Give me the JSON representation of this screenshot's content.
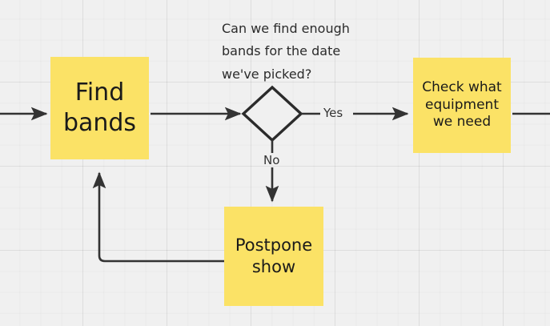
{
  "diagram": {
    "type": "flowchart",
    "background_color": "#f0f0f0",
    "node_fill_color": "#fbe266",
    "line_color": "#333333",
    "nodes": [
      {
        "id": "find-bands",
        "shape": "rectangle",
        "label": "Find\nbands"
      },
      {
        "id": "decision",
        "shape": "diamond",
        "label": ""
      },
      {
        "id": "check-equipment",
        "shape": "rectangle",
        "label": "Check what\nequipment\nwe need"
      },
      {
        "id": "postpone-show",
        "shape": "rectangle",
        "label": "Postpone\nshow"
      }
    ],
    "annotations": {
      "decision_question": "Can we find enough\nbands for the date\nwe've picked?"
    },
    "edge_labels": {
      "yes": "Yes",
      "no": "No"
    }
  }
}
